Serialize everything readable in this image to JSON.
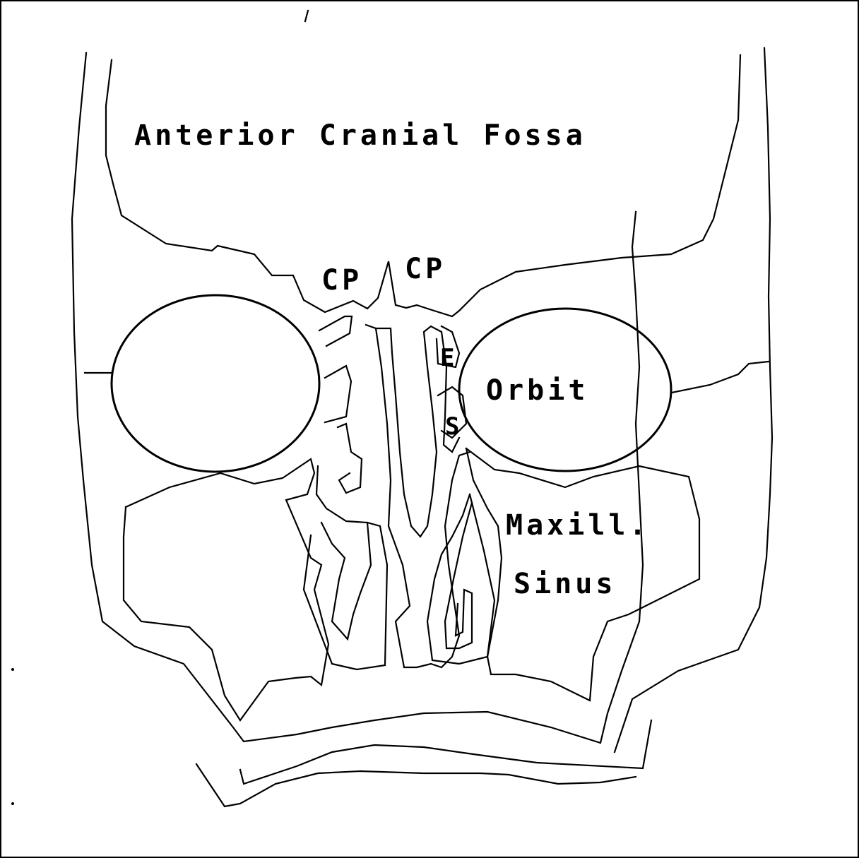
{
  "diagram": {
    "labels": {
      "anterior_cranial_fossa": "Anterior Cranial Fossa",
      "cp_left": "CP",
      "cp_right": "CP",
      "orbit": "Orbit",
      "ethmoid": "E",
      "sphenoid": "S",
      "maxillary_line1": "Maxill.",
      "maxillary_line2": "Sinus"
    },
    "colors": {
      "line": "#000000",
      "background": "#ffffff"
    }
  }
}
